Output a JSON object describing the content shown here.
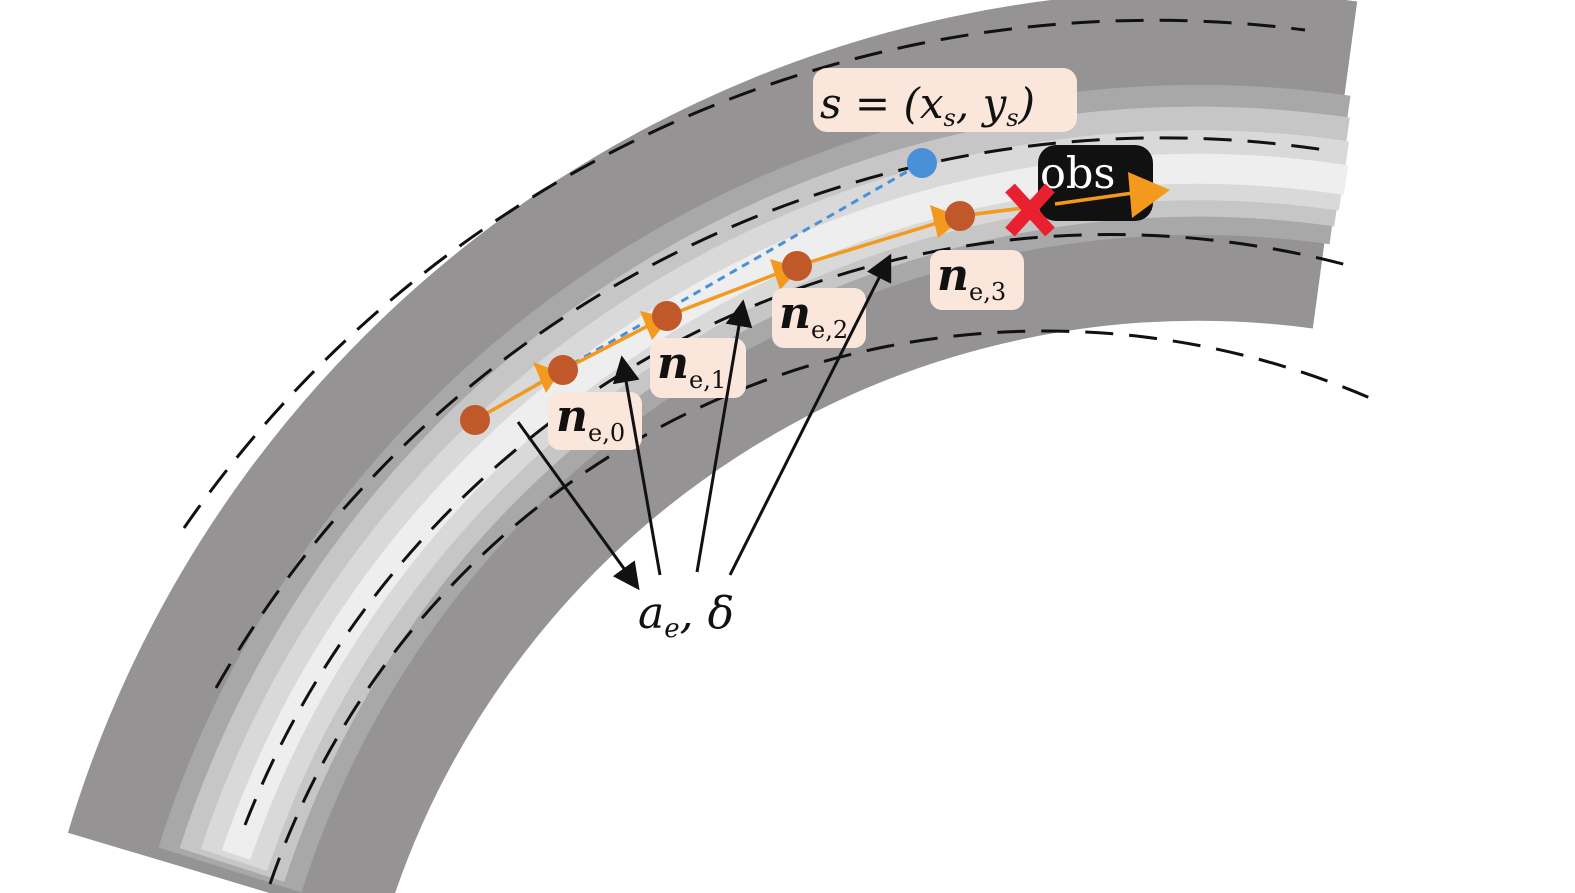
{
  "state_label": {
    "prefix": "s = (",
    "x": "x",
    "x_sub": "s",
    "sep": ", ",
    "y": "y",
    "y_sub": "s",
    "suffix": ")"
  },
  "nodes": [
    {
      "symbol": "n",
      "sub": "e,0"
    },
    {
      "symbol": "n",
      "sub": "e,1"
    },
    {
      "symbol": "n",
      "sub": "e,2"
    },
    {
      "symbol": "n",
      "sub": "e,3"
    }
  ],
  "obstacle_label": "obs",
  "action_label": {
    "a": "a",
    "a_sub": "e",
    "sep": ", ",
    "delta": "δ"
  },
  "colors": {
    "road_outer": "#959394",
    "road_band_1": "#a8a8a8",
    "road_band_2": "#c6c6c6",
    "road_band_3": "#d9d9d9",
    "road_center": "#eeeeee",
    "lane_marking": "#111111",
    "trajectory": "#f39a1e",
    "node_fill": "#c0582a",
    "state_point": "#4a90d9",
    "label_box": "#fbe6dc",
    "obstacle_box": "#111111",
    "collision_mark": "#e8202f",
    "annotation_arrow": "#111111"
  }
}
